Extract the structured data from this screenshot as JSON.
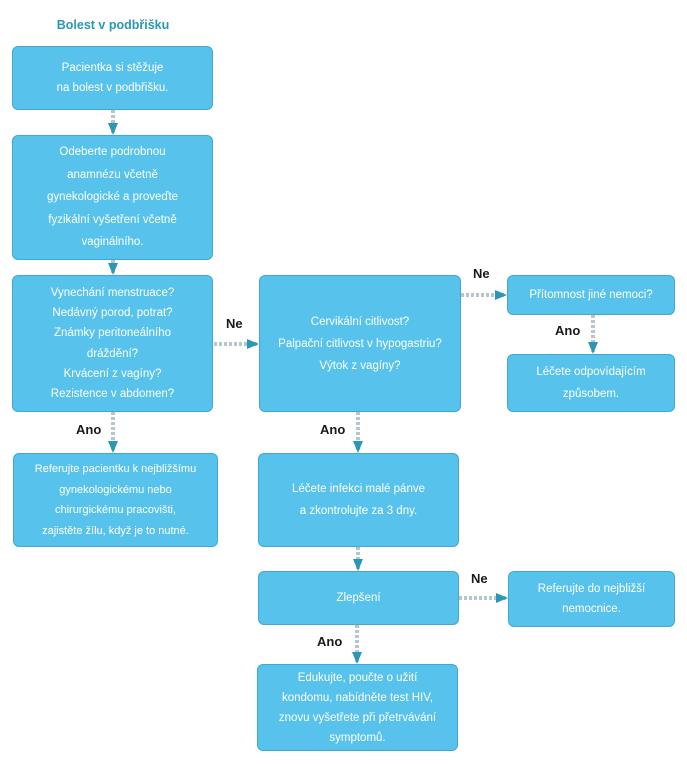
{
  "title": "Bolest v podbřišku",
  "nodes": {
    "complaint": "Pacientka si stěžuje\nna bolest v podbřišku.",
    "history": "Odeberte podrobnou\nanamnézu včetně\ngynekologické a proveďte\nfyzikální vyšetření včetně\nvaginálního.",
    "emergency_signs": "Vynechání menstruace?\nNedávný porod, potrat?\nZnámky peritoneálního\ndráždění?\nKrvácení z vagíny?\nRezistence v abdomen?",
    "refer_surgery": "Referujte pacientku k nejbližšímu\ngynekologickému nebo\nchirurgickému pracovišti,\nzajistěte žílu, když je to nutné.",
    "cervical": "Cervikální citlivost?\nPalpační citlivost v hypogastriu?\nVýtok z vagíny?",
    "other_disease": "Přítomnost jiné nemoci?",
    "treat_accordingly": "Léčete odpovídajícím\nzpůsobem.",
    "treat_pid": "Léčete infekci malé pánve\na zkontrolujte za 3 dny.",
    "improvement": "Zlepšení",
    "refer_hospital": "Referujte do nejbližší\nnemocnice.",
    "educate": "Edukujte, poučte o užití\nkondomu, nabídněte test HIV,\nznovu vyšetřete při přetrvávání\nsymptomů."
  },
  "labels": {
    "no_1": "Ne",
    "yes_1": "Ano",
    "no_2": "Ne",
    "yes_2": "Ano",
    "yes_3": "Ano",
    "no_3": "Ne",
    "yes_4": "Ano"
  },
  "colors": {
    "box_fill": "#57c3ec",
    "arrow": "#b5c6cd",
    "arrow_head": "#2a98b4",
    "title": "#2a98b4"
  }
}
